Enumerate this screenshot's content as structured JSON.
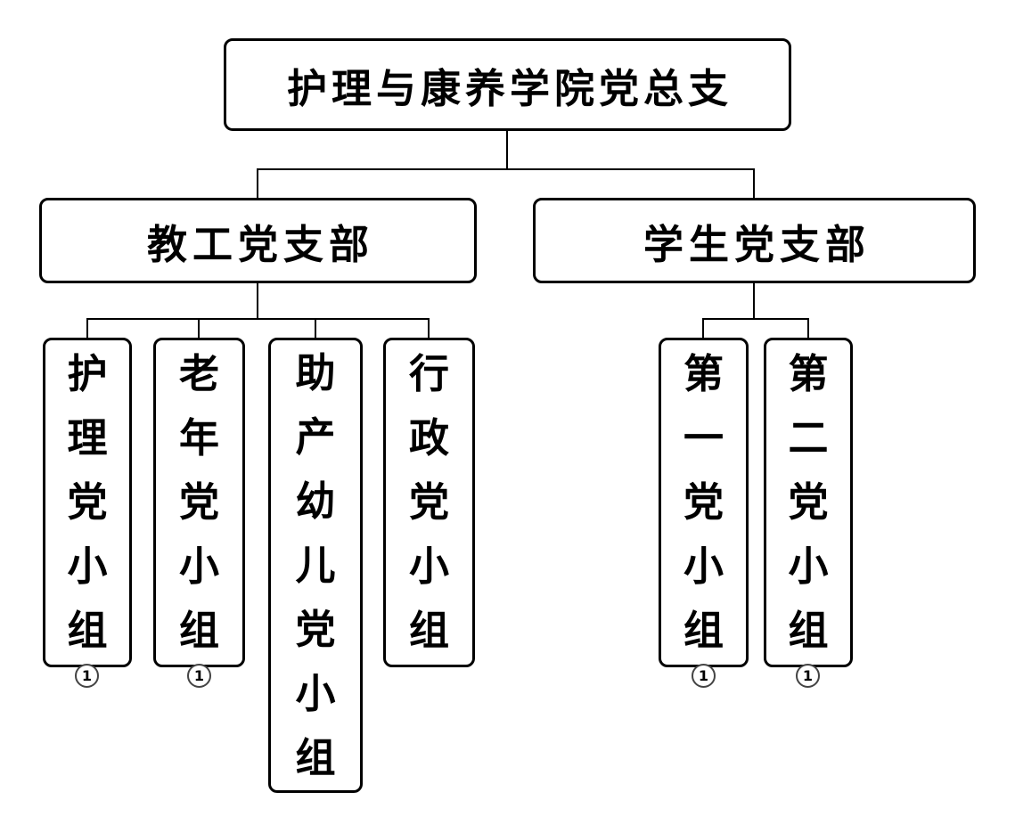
{
  "org": {
    "root": {
      "label": "护理与康养学院党总支"
    },
    "branches": [
      {
        "label": "教工党支部",
        "children": [
          {
            "label": "护理党小组",
            "badge": "1"
          },
          {
            "label": "老年党小组",
            "badge": "1"
          },
          {
            "label": "助产幼儿党小组"
          },
          {
            "label": "行政党小组"
          }
        ]
      },
      {
        "label": "学生党支部",
        "children": [
          {
            "label": "第一党小组",
            "badge": "1"
          },
          {
            "label": "第二党小组",
            "badge": "1"
          }
        ]
      }
    ],
    "colors": {
      "background": "#ffffff",
      "box_fill": "#ffffff",
      "box_border": "#000000",
      "connector_line": "#000000",
      "text": "#000000"
    }
  }
}
